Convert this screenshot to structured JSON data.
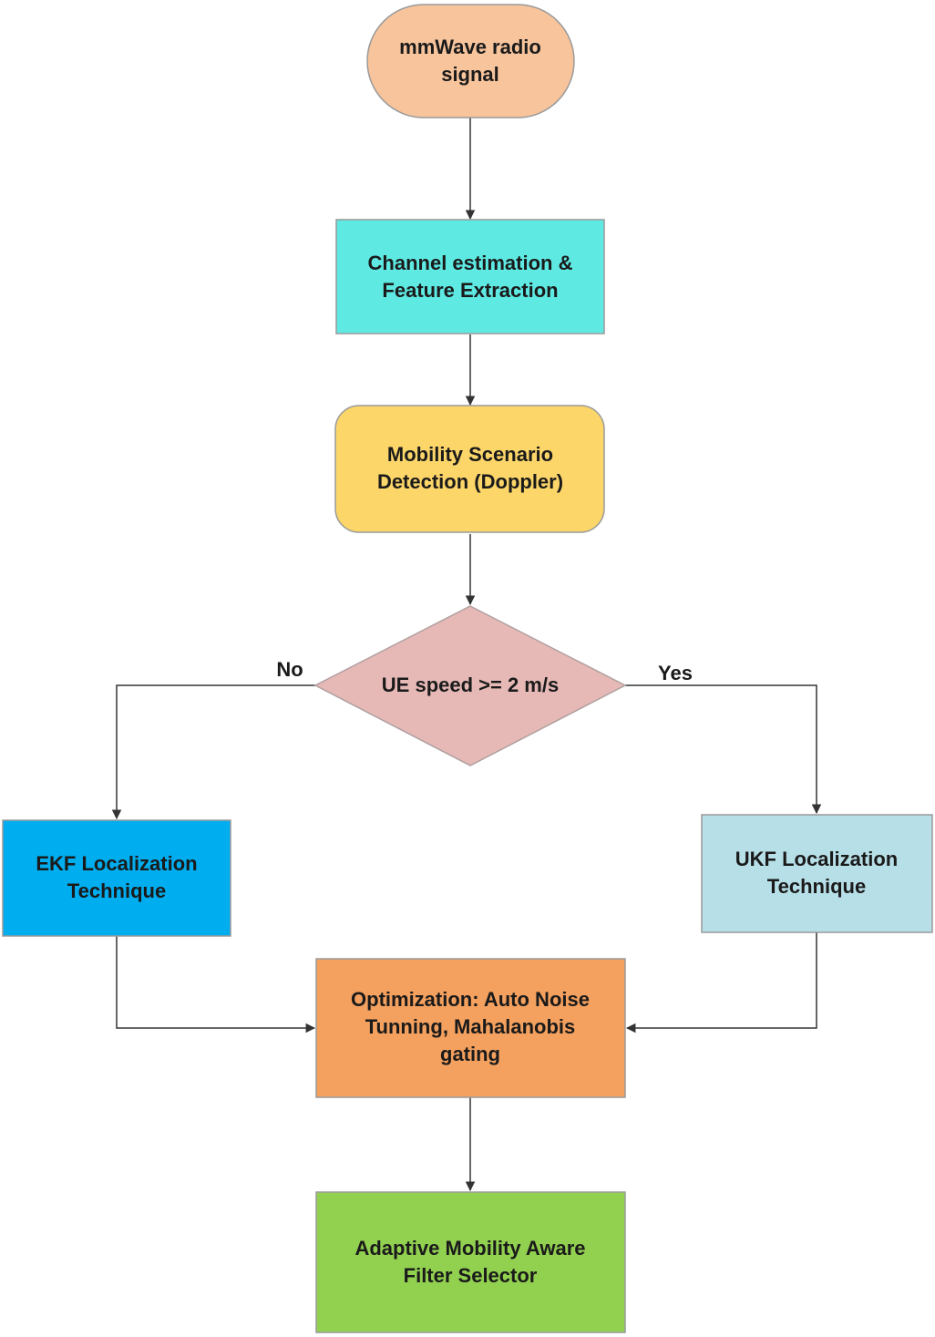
{
  "nodes": {
    "start": {
      "lines": [
        "mmWave radio",
        "signal"
      ],
      "color": "#f8c49c"
    },
    "channel": {
      "lines": [
        "Channel estimation &",
        "Feature Extraction"
      ],
      "color": "#5eeae3"
    },
    "mobility": {
      "lines": [
        "Mobility Scenario",
        "Detection (Doppler)"
      ],
      "color": "#fcd669"
    },
    "decision": {
      "lines": [
        "UE speed >= 2 m/s"
      ],
      "color": "#e6b9b6"
    },
    "ekf": {
      "lines": [
        "EKF Localization",
        "Technique"
      ],
      "color": "#00adef"
    },
    "ukf": {
      "lines": [
        "UKF Localization",
        "Technique"
      ],
      "color": "#b7dfe8"
    },
    "optimization": {
      "lines": [
        "Optimization: Auto Noise",
        "Tunning, Mahalanobis",
        "gating"
      ],
      "color": "#f4a05e"
    },
    "selector": {
      "lines": [
        "Adaptive Mobility Aware",
        "Filter Selector"
      ],
      "color": "#92d050"
    }
  },
  "edges": {
    "no_label": "No",
    "yes_label": "Yes"
  },
  "colors": {
    "border": "#9a9a9a",
    "line": "#333333",
    "text": "#1a1a1a"
  }
}
